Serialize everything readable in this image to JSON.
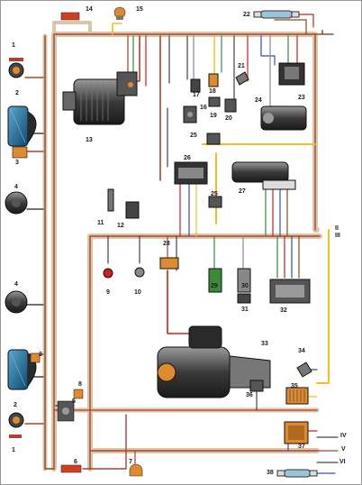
{
  "diagram": {
    "components": [
      {
        "id": "c1a",
        "number": "1"
      },
      {
        "id": "c1b",
        "number": "1"
      },
      {
        "id": "c2a",
        "number": "2"
      },
      {
        "id": "c2b",
        "number": "2"
      },
      {
        "id": "c3a",
        "number": "3"
      },
      {
        "id": "c3b",
        "number": "3"
      },
      {
        "id": "c4a",
        "number": "4"
      },
      {
        "id": "c4b",
        "number": "4"
      },
      {
        "id": "c5",
        "number": "5"
      },
      {
        "id": "c6",
        "number": "6"
      },
      {
        "id": "c7",
        "number": "7"
      },
      {
        "id": "c8",
        "number": "8"
      },
      {
        "id": "c9",
        "number": "9"
      },
      {
        "id": "c10",
        "number": "10"
      },
      {
        "id": "c11",
        "number": "11"
      },
      {
        "id": "c12",
        "number": "12"
      },
      {
        "id": "c13",
        "number": "13"
      },
      {
        "id": "c14",
        "number": "14"
      },
      {
        "id": "c15",
        "number": "15"
      },
      {
        "id": "c16",
        "number": "16"
      },
      {
        "id": "c17",
        "number": "17"
      },
      {
        "id": "c18",
        "number": "18"
      },
      {
        "id": "c19",
        "number": "19"
      },
      {
        "id": "c20",
        "number": "20"
      },
      {
        "id": "c21",
        "number": "21"
      },
      {
        "id": "c22",
        "number": "22"
      },
      {
        "id": "c23",
        "number": "23"
      },
      {
        "id": "c24",
        "number": "24"
      },
      {
        "id": "c25a",
        "number": "25"
      },
      {
        "id": "c25b",
        "number": "25"
      },
      {
        "id": "c26",
        "number": "26"
      },
      {
        "id": "c27",
        "number": "27"
      },
      {
        "id": "c28",
        "number": "28"
      },
      {
        "id": "c29",
        "number": "29"
      },
      {
        "id": "c30",
        "number": "30"
      },
      {
        "id": "c31",
        "number": "31"
      },
      {
        "id": "c32",
        "number": "32"
      },
      {
        "id": "c33",
        "number": "33"
      },
      {
        "id": "c34",
        "number": "34"
      },
      {
        "id": "c35",
        "number": "35"
      },
      {
        "id": "c36",
        "number": "36"
      },
      {
        "id": "c37",
        "number": "37"
      },
      {
        "id": "c38",
        "number": "38"
      }
    ],
    "connectors": [
      {
        "id": "r1",
        "label": "I"
      },
      {
        "id": "r2",
        "label": "II"
      },
      {
        "id": "r3",
        "label": "III"
      },
      {
        "id": "r4",
        "label": "IV"
      },
      {
        "id": "r5",
        "label": "V"
      },
      {
        "id": "r6",
        "label": "VI"
      }
    ]
  },
  "colors": {
    "harness_outer": "#d8c8a8",
    "harness_inner": "#b04030",
    "wire_yellow": "#f0c020",
    "wire_red": "#cc2020",
    "wire_green": "#3a8a3a",
    "wire_blue": "#3050b0",
    "wire_brown": "#8a4a20",
    "wire_black": "#222222",
    "wire_gray": "#888888",
    "wire_white": "#f4f4f4",
    "component_dark": "#2a2a2a",
    "component_mid": "#777777",
    "headlamp_blue": "#1a6a9a",
    "lamp_orange": "#e08a30"
  }
}
